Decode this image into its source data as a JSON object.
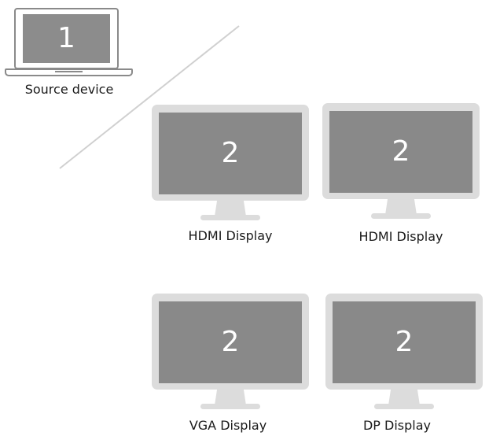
{
  "source": {
    "number": "1",
    "label": "Source device"
  },
  "displays": [
    {
      "number": "2",
      "label": "HDMI Display"
    },
    {
      "number": "2",
      "label": "HDMI Display"
    },
    {
      "number": "2",
      "label": "VGA Display"
    },
    {
      "number": "2",
      "label": "DP Display"
    }
  ],
  "colors": {
    "screen": "#898989",
    "bezel": "#dcdcdc",
    "outline": "#8a8a8a",
    "divider": "#d0d0d0"
  },
  "icons": {
    "source": "laptop-icon",
    "display": "monitor-icon"
  }
}
